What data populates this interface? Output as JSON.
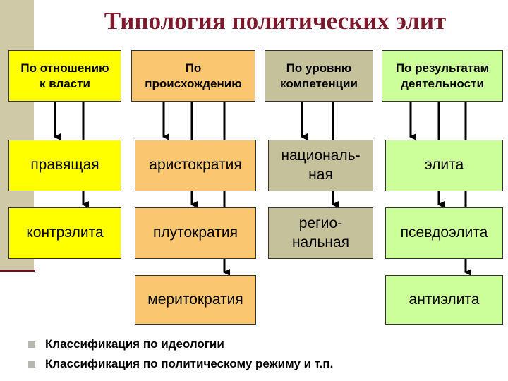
{
  "title": "Типология политических элит",
  "columns": [
    {
      "header_line1": "По отношению",
      "header_line2": "к власти",
      "items": [
        {
          "line1": "правящая",
          "line2": ""
        },
        {
          "line1": "контрэлита",
          "line2": ""
        }
      ]
    },
    {
      "header_line1": "По",
      "header_line2": "происхождению",
      "items": [
        {
          "line1": "аристократия",
          "line2": ""
        },
        {
          "line1": "плутократия",
          "line2": ""
        },
        {
          "line1": "меритократия",
          "line2": ""
        }
      ]
    },
    {
      "header_line1": "По уровню",
      "header_line2": "компетенции",
      "items": [
        {
          "line1": "националь-",
          "line2": "ная"
        },
        {
          "line1": "регио-",
          "line2": "нальная"
        }
      ]
    },
    {
      "header_line1": "По результатам",
      "header_line2": "деятельности",
      "items": [
        {
          "line1": "элита",
          "line2": ""
        },
        {
          "line1": "псевдоэлита",
          "line2": ""
        },
        {
          "line1": "антиэлита",
          "line2": ""
        }
      ]
    }
  ],
  "bullets": [
    "Классификация по идеологии",
    "Классификация по политическому режиму и т.п."
  ],
  "colors": {
    "title": "#7b1a2c",
    "col1": "#ffff00",
    "col2": "#fac770",
    "col3": "#c5c19b",
    "col4": "#ccff99",
    "sidebar": "#cfc9a8"
  }
}
